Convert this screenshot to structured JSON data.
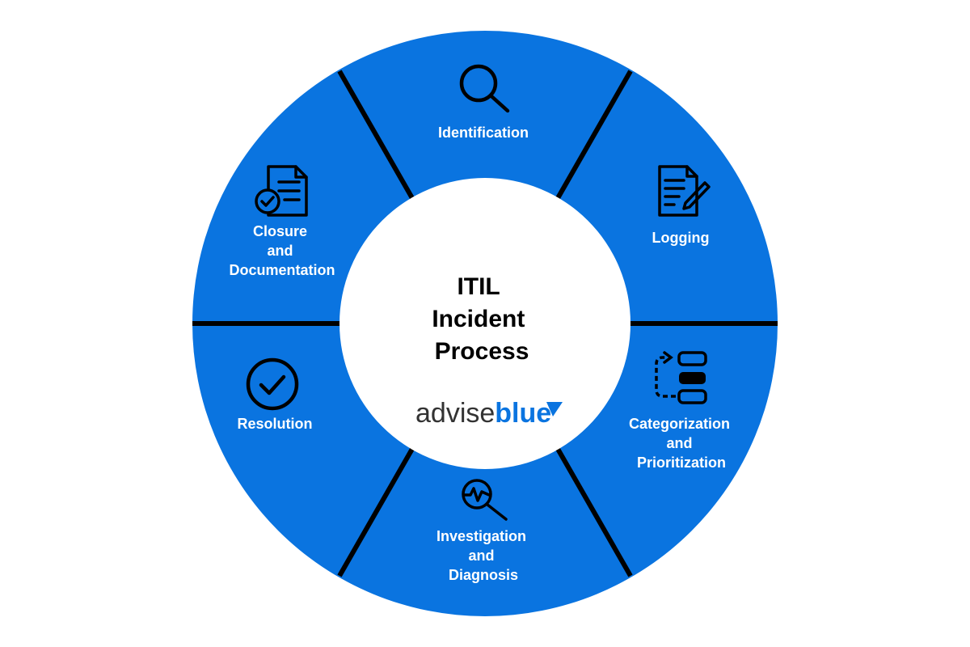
{
  "center": {
    "title_lines": [
      "ITIL",
      "Incident",
      "Process"
    ]
  },
  "logo": {
    "part1": "advise",
    "part2": "blue"
  },
  "colors": {
    "ring": "#0a74e0",
    "divider": "#000000",
    "icon": "#000000",
    "label": "#ffffff",
    "logo_dark": "#333333",
    "logo_blue": "#0a74e0"
  },
  "segments": [
    {
      "id": "identification",
      "icon": "magnifier-icon",
      "label_lines": [
        "Identification"
      ]
    },
    {
      "id": "logging",
      "icon": "document-pen-icon",
      "label_lines": [
        "Logging"
      ]
    },
    {
      "id": "categorization",
      "icon": "flow-blocks-icon",
      "label_lines": [
        "Categorization",
        "and",
        "Prioritization"
      ]
    },
    {
      "id": "investigation",
      "icon": "pulse-magnifier-icon",
      "label_lines": [
        "Investigation",
        "and",
        "Diagnosis"
      ]
    },
    {
      "id": "resolution",
      "icon": "check-circle-icon",
      "label_lines": [
        "Resolution"
      ]
    },
    {
      "id": "closure",
      "icon": "document-check-icon",
      "label_lines": [
        "Closure",
        "and",
        "Documentation"
      ]
    }
  ]
}
